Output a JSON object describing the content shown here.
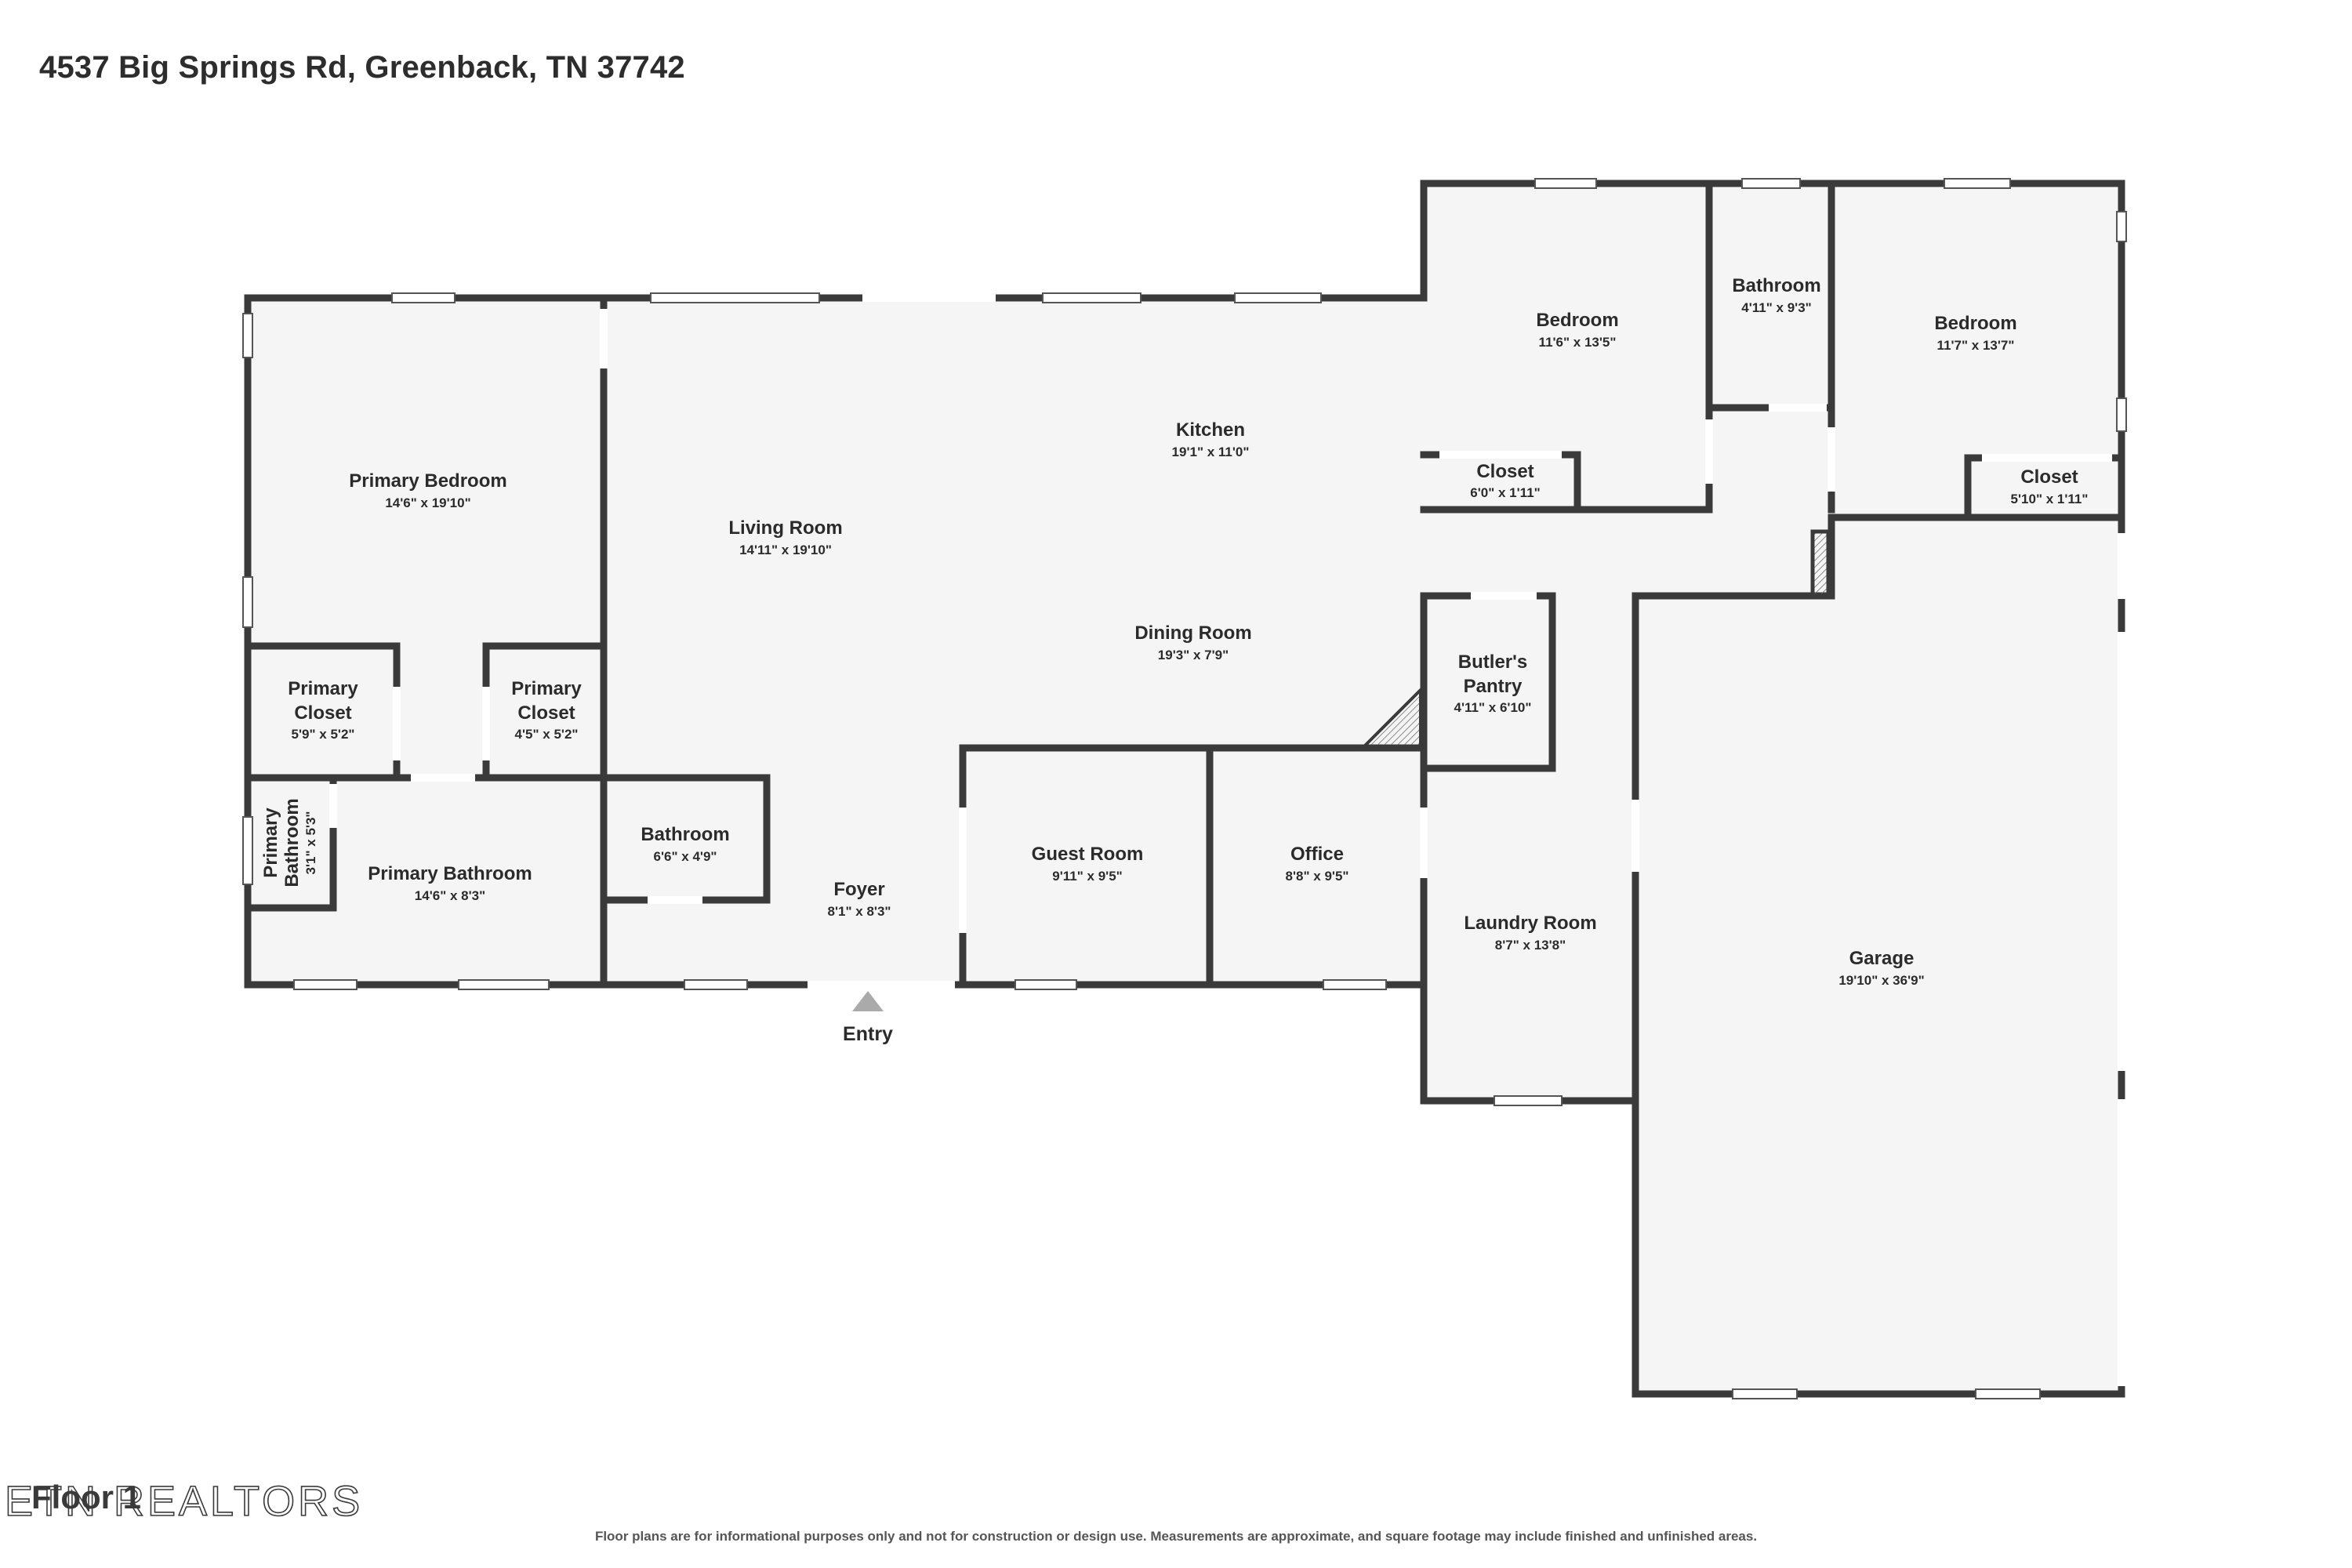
{
  "header": {
    "address": "4537 Big Springs Rd, Greenback, TN 37742"
  },
  "entry_label": "Entry",
  "rooms": {
    "primary_bedroom": {
      "name": "Primary Bedroom",
      "dims": "14'6\" x 19'10\""
    },
    "living_room": {
      "name": "Living Room",
      "dims": "14'11\" x 19'10\""
    },
    "kitchen": {
      "name": "Kitchen",
      "dims": "19'1\" x 11'0\""
    },
    "dining_room": {
      "name": "Dining Room",
      "dims": "19'3\" x 7'9\""
    },
    "bedroom_1": {
      "name": "Bedroom",
      "dims": "11'6\" x 13'5\""
    },
    "bathroom_top": {
      "name": "Bathroom",
      "dims": "4'11\" x 9'3\""
    },
    "bedroom_2": {
      "name": "Bedroom",
      "dims": "11'7\" x 13'7\""
    },
    "closet_1": {
      "name": "Closet",
      "dims": "6'0\" x 1'11\""
    },
    "closet_2": {
      "name": "Closet",
      "dims": "5'10\" x 1'11\""
    },
    "butlers_pantry": {
      "name_line1": "Butler's",
      "name_line2": "Pantry",
      "dims": "4'11\" x 6'10\""
    },
    "primary_closet_1": {
      "name_line1": "Primary",
      "name_line2": "Closet",
      "dims": "5'9\" x 5'2\""
    },
    "primary_closet_2": {
      "name_line1": "Primary",
      "name_line2": "Closet",
      "dims": "4'5\" x 5'2\""
    },
    "primary_bathroom_small": {
      "name_line1": "Primary",
      "name_line2": "Bathroom",
      "dims": "3'1\" x 5'3\""
    },
    "primary_bathroom": {
      "name": "Primary Bathroom",
      "dims": "14'6\" x 8'3\""
    },
    "bathroom_mid": {
      "name": "Bathroom",
      "dims": "6'6\" x 4'9\""
    },
    "foyer": {
      "name": "Foyer",
      "dims": "8'1\" x 8'3\""
    },
    "guest_room": {
      "name": "Guest Room",
      "dims": "9'11\" x 9'5\""
    },
    "office": {
      "name": "Office",
      "dims": "8'8\" x 9'5\""
    },
    "laundry_room": {
      "name": "Laundry Room",
      "dims": "8'7\" x 13'8\""
    },
    "garage": {
      "name": "Garage",
      "dims": "19'10\" x 36'9\""
    }
  },
  "footer": {
    "logo_text": "ETN REALTORS",
    "floor_label": "Floor 1",
    "disclaimer": "Floor plans are for informational purposes only and not for construction or design use. Measurements are approximate, and square footage may include finished and unfinished areas."
  },
  "colors": {
    "wall": "#3a3a3a",
    "floor": "#f5f5f5",
    "window": "#ffffff",
    "background": "#ffffff"
  }
}
